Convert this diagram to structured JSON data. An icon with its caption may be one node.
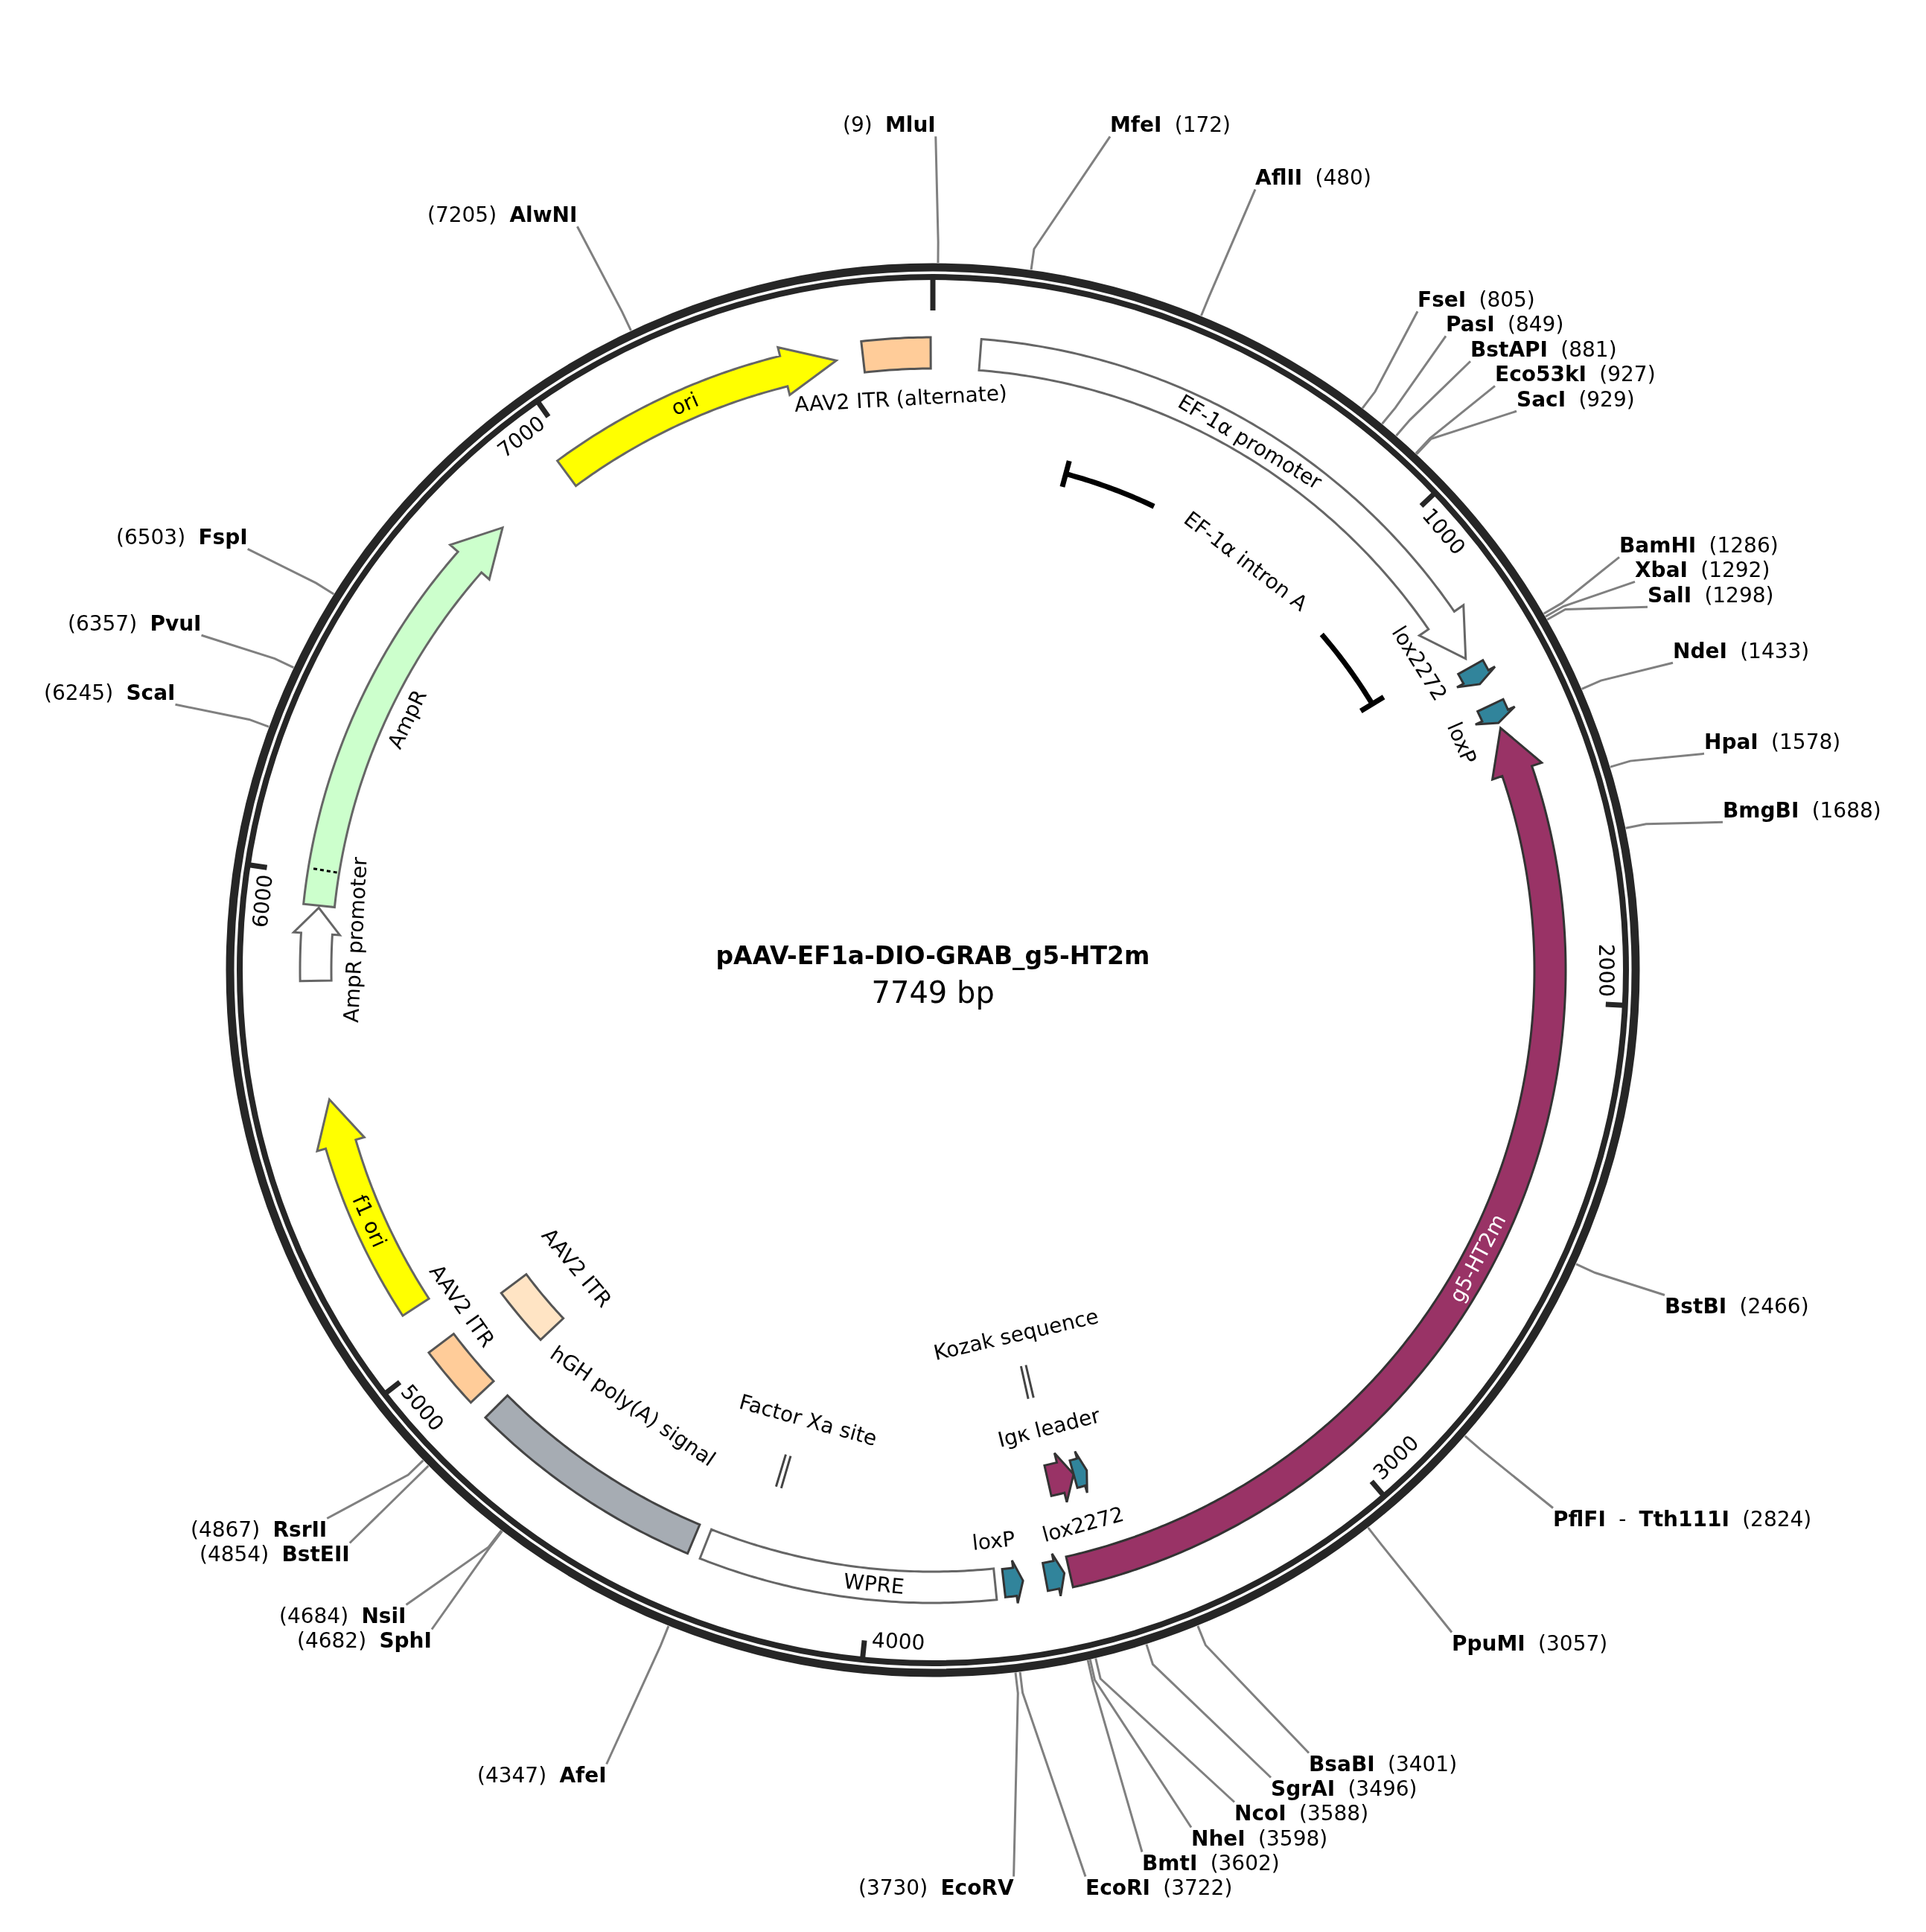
{
  "diagram": {
    "title": "pAAV-EF1a-DIO-GRAB_g5-HT2m",
    "nodes": [
      {
        "text": [
          "AAV2 ITR (alternate)"
        ]
      },
      {
        "text": [
          "EF-1α promoter"
        ]
      },
      {
        "text": [
          "EF-1α intron A"
        ]
      },
      {
        "text": [
          "lox2272"
        ]
      },
      {
        "text": [
          "loxP"
        ]
      },
      {
        "text": [
          "g5-HT2m"
        ]
      },
      {
        "text": [
          "Kozak sequence"
        ]
      },
      {
        "text": [
          "Igκ leader"
        ]
      },
      {
        "text": [],
        "shape": "arrow"
      },
      {
        "text": [
          "lox2272"
        ]
      },
      {
        "text": [
          "loxP"
        ]
      },
      {
        "text": [
          "WPRE"
        ]
      },
      {
        "text": [
          "Factor Xa site"
        ]
      },
      {
        "text": [
          "hGH poly(A) signal"
        ]
      },
      {
        "text": [
          "AAV2 ITR"
        ]
      },
      {
        "text": [
          "AAV2 ITR"
        ]
      },
      {
        "text": [
          "f1 ori"
        ]
      },
      {
        "text": [
          "AmpR promoter"
        ]
      },
      {
        "text": [
          "AmpR"
        ]
      },
      {
        "text": [
          "ori"
        ]
      },
      {
        "text": [
          "(9) **MluI**"
        ]
      },
      {
        "text": [
          "**MfeI** (172)"
        ]
      },
      {
        "text": [
          "**AflII** (480)"
        ]
      },
      {
        "text": [
          "**FseI** (805)"
        ]
      },
      {
        "text": [
          "**PasI** (849)"
        ]
      },
      {
        "text": [
          "**BstAPI** (881)"
        ]
      },
      {
        "text": [
          "**Eco53kI** (927)"
        ]
      },
      {
        "text": [
          "**SacI** (929)"
        ]
      },
      {
        "text": [
          "**BamHI** (1286)"
        ]
      },
      {
        "text": [
          "**XbaI** (1292)"
        ]
      },
      {
        "text": [
          "**SalI** (1298)"
        ]
      },
      {
        "text": [
          "**NdeI** (1433)"
        ]
      },
      {
        "text": [
          "**HpaI** (1578)"
        ]
      },
      {
        "text": [
          "**BmgBI** (1688)"
        ]
      },
      {
        "text": [
          "**BstBI** (2466)"
        ]
      },
      {
        "text": [
          "**PflFI** - **Tth111I** (2824)"
        ]
      },
      {
        "text": [
          "**PpuMI** (3057)"
        ]
      },
      {
        "text": [
          "**BsaBI** (3401)"
        ]
      },
      {
        "text": [
          "**SgrAI** (3496)"
        ]
      },
      {
        "text": [
          "**NcoI** (3588)"
        ]
      },
      {
        "text": [
          "**NheI** (3598)"
        ]
      },
      {
        "text": [
          "**BmtI** (3602)"
        ]
      },
      {
        "text": [
          "**EcoRI** (3722)"
        ]
      },
      {
        "text": [
          "(3730) **EcoRV**"
        ]
      },
      {
        "text": [
          "(4347) **AfeI**"
        ]
      },
      {
        "text": [
          "(4682) **SphI**"
        ]
      },
      {
        "text": [
          "(4684) **NsiI**"
        ]
      },
      {
        "text": [
          "(4854) **BstEII**"
        ]
      },
      {
        "text": [
          "(4867) **RsrII**"
        ]
      },
      {
        "text": [
          "(6245) **ScaI**"
        ]
      },
      {
        "text": [
          "(6357) **PvuI**"
        ]
      },
      {
        "text": [
          "(6503) **FspI**"
        ]
      },
      {
        "text": [
          "(7205) **AlwNI**"
        ]
      }
    ],
    "edges": [
      {
        "from": 20,
        "to": null,
        "arrow": "none"
      },
      {
        "from": 21,
        "to": null,
        "arrow": "none"
      },
      {
        "from": 22,
        "to": null,
        "arrow": "none"
      },
      {
        "from": 23,
        "to": null,
        "arrow": "none"
      },
      {
        "from": 24,
        "to": null,
        "arrow": "none"
      },
      {
        "from": 25,
        "to": null,
        "arrow": "none"
      },
      {
        "from": 26,
        "to": null,
        "arrow": "none"
      },
      {
        "from": 27,
        "to": null,
        "arrow": "none"
      },
      {
        "from": 28,
        "to": null,
        "arrow": "none"
      },
      {
        "from": 29,
        "to": null,
        "arrow": "none"
      },
      {
        "from": 30,
        "to": null,
        "arrow": "none"
      },
      {
        "from": 31,
        "to": null,
        "arrow": "none"
      },
      {
        "from": 32,
        "to": null,
        "arrow": "none"
      },
      {
        "from": 33,
        "to": null,
        "arrow": "none"
      },
      {
        "from": 34,
        "to": null,
        "arrow": "none"
      },
      {
        "from": 35,
        "to": null,
        "arrow": "none"
      },
      {
        "from": 36,
        "to": null,
        "arrow": "none"
      },
      {
        "from": 37,
        "to": null,
        "arrow": "none"
      },
      {
        "from": 38,
        "to": null,
        "arrow": "none"
      },
      {
        "from": 39,
        "to": null,
        "arrow": "none"
      },
      {
        "from": 40,
        "to": null,
        "arrow": "none"
      },
      {
        "from": 41,
        "to": null,
        "arrow": "none"
      },
      {
        "from": 42,
        "to": null,
        "arrow": "none"
      },
      {
        "from": 43,
        "to": null,
        "arrow": "none"
      },
      {
        "from": 44,
        "to": null,
        "arrow": "none"
      },
      {
        "from": 45,
        "to": null,
        "arrow": "none"
      },
      {
        "from": 46,
        "to": null,
        "arrow": "none"
      },
      {
        "from": 47,
        "to": null,
        "arrow": "none"
      },
      {
        "from": 48,
        "to": null,
        "arrow": "none"
      },
      {
        "from": 49,
        "to": null,
        "arrow": "none"
      },
      {
        "from": 50,
        "to": null,
        "arrow": "none"
      },
      {
        "from": 51,
        "to": null,
        "arrow": "none"
      },
      {
        "from": 52,
        "to": null,
        "arrow": "none"
      }
    ],
    "labels": [
      "7749 bp",
      "1000",
      "2000",
      "3000",
      "4000",
      "5000",
      "6000",
      "7000"
    ]
  }
}
